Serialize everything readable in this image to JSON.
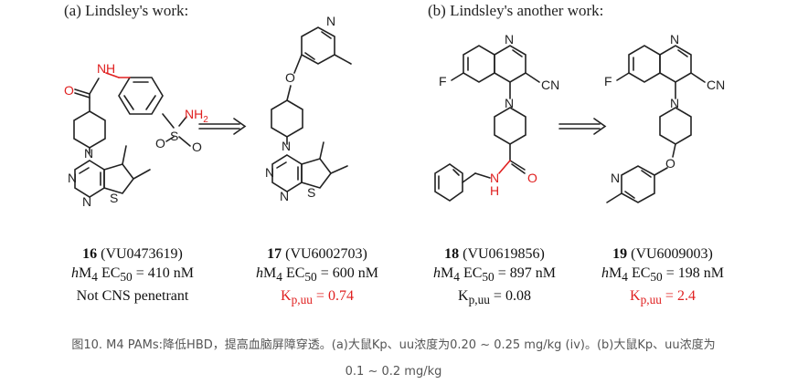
{
  "panels": {
    "a_title": "(a) Lindsley's work:",
    "b_title": "(b) Lindsley's another work:"
  },
  "compounds": [
    {
      "num": "16",
      "code": "(VU0473619)",
      "ec50_label": "EC",
      "ec50_sub": "50",
      "ec50_value": "= 410 nM",
      "note": "Not CNS penetrant",
      "kp_label": "",
      "kp_sub": "",
      "kp_value": "",
      "kp_red": false
    },
    {
      "num": "17",
      "code": "(VU6002703)",
      "ec50_label": "EC",
      "ec50_sub": "50",
      "ec50_value": "= 600 nM",
      "note": "",
      "kp_label": "K",
      "kp_sub": "p,uu",
      "kp_value": "= 0.74",
      "kp_red": true
    },
    {
      "num": "18",
      "code": "(VU0619856)",
      "ec50_label": "EC",
      "ec50_sub": "50",
      "ec50_value": "= 897 nM",
      "note": "",
      "kp_label": "K",
      "kp_sub": "p,uu",
      "kp_value": "= 0.08",
      "kp_red": false
    },
    {
      "num": "19",
      "code": "(VU6009003)",
      "ec50_label": "EC",
      "ec50_sub": "50",
      "ec50_value": "= 198 nM",
      "note": "",
      "kp_label": "K",
      "kp_sub": "p,uu",
      "kp_value": "= 2.4",
      "kp_red": true
    }
  ],
  "receptor": {
    "prefix": "h",
    "name": "M",
    "sub": "4"
  },
  "atoms": {
    "N": "N",
    "H": "H",
    "S": "S",
    "O": "O",
    "NH2": "NH",
    "two": "2",
    "F": "F",
    "CN": "CN"
  },
  "colors": {
    "accent_red": "#e02020",
    "bond": "#222222"
  },
  "caption": {
    "line1": "图10. M4 PAMs:降低HBD，提高血脑屏障穿透。(a)大鼠Kp、uu浓度为0.20 ~ 0.25 mg/kg (iv)。(b)大鼠Kp、uu浓度为",
    "line2": "0.1 ~ 0.2 mg/kg"
  }
}
